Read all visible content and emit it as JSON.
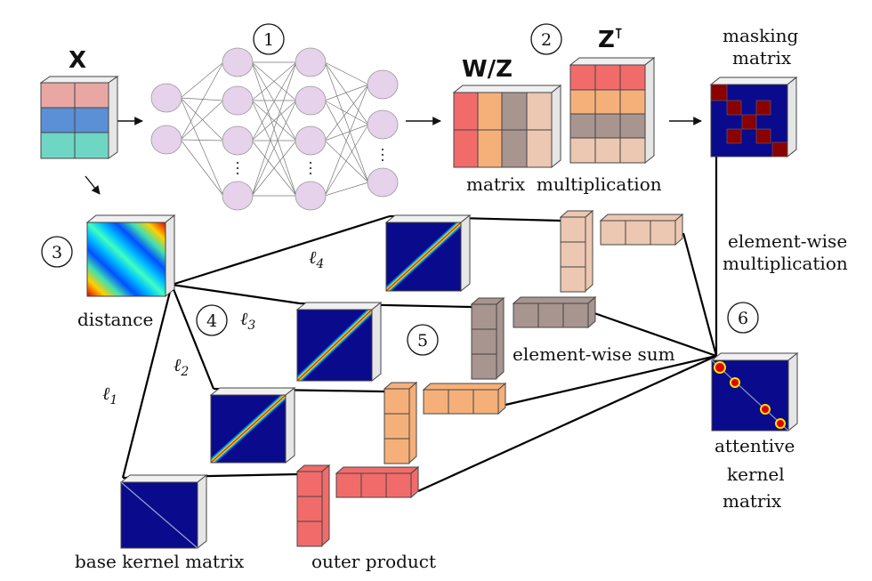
{
  "labels": {
    "x": "X",
    "wz": "W/Z",
    "zt": "Z",
    "zt_sup": "⊺",
    "masking_1": "masking",
    "masking_2": "matrix",
    "matmul": "matrix  multiplication",
    "distance": "distance",
    "elemwise_mult_1": "element-wise",
    "elemwise_mult_2": "multiplication",
    "elemwise_sum": "element-wise sum",
    "attentive_1": "attentive",
    "attentive_2": "kernel",
    "attentive_3": "matrix",
    "base_kernel": "base kernel matrix",
    "outer_product": "outer product",
    "l1": "ℓ",
    "l1_sub": "1",
    "l2": "ℓ",
    "l2_sub": "2",
    "l3": "ℓ",
    "l3_sub": "3",
    "l4": "ℓ",
    "l4_sub": "4"
  },
  "steps": [
    "1",
    "2",
    "3",
    "4",
    "5",
    "6"
  ],
  "colors": {
    "pink": "#e9a7a4",
    "blue": "#5b8fd6",
    "teal": "#6fd6c4",
    "salmon": "#f26b6b",
    "orange": "#f5b07a",
    "taupe": "#a89590",
    "peach": "#ecc7b1",
    "kernel_bg": "#0a0a8c",
    "mask_red": "#8b0000",
    "node_fill": "#e6d2ea",
    "cube_side": "#e6e6e6"
  }
}
